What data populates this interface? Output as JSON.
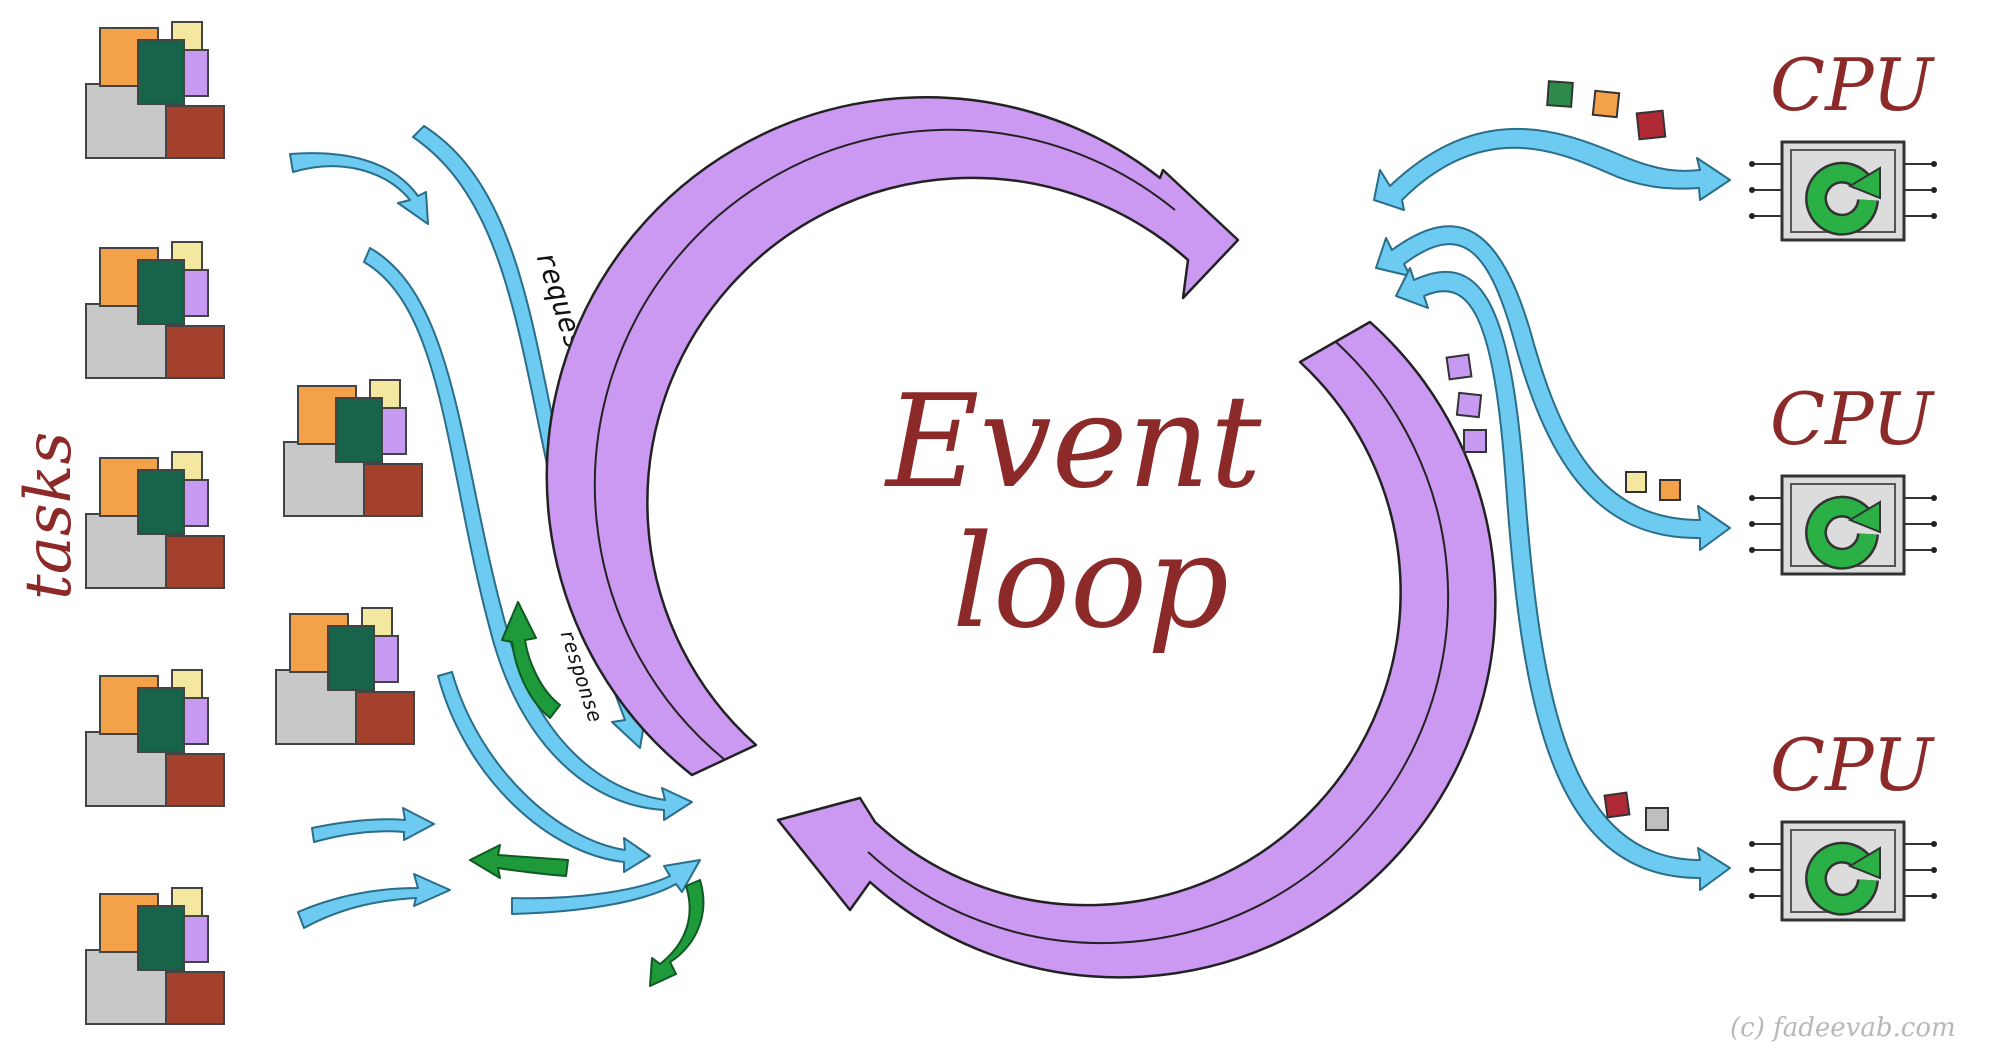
{
  "labels": {
    "tasks": "tasks",
    "request": "request",
    "response": "response",
    "event": "Event",
    "loop": "loop",
    "cpu": "CPU",
    "credit": "(c) fadeevab.com"
  },
  "colors": {
    "loop": "#cc99f2",
    "loop_stroke": "#222222",
    "arrow_blue": "#6dcaf0",
    "arrow_green": "#1e9a3b",
    "label_red": "#8c2a2a",
    "task_orange": "#f4a24a",
    "task_teal": "#17644a",
    "task_purple": "#c79af2",
    "task_yellow": "#f4e7a0",
    "task_gray": "#c8c8c8",
    "task_brown": "#a4412c",
    "chip_face": "#dcdcdc",
    "chip_icon": "#2bb046"
  },
  "tasks_count": 7,
  "cpus_count": 3
}
